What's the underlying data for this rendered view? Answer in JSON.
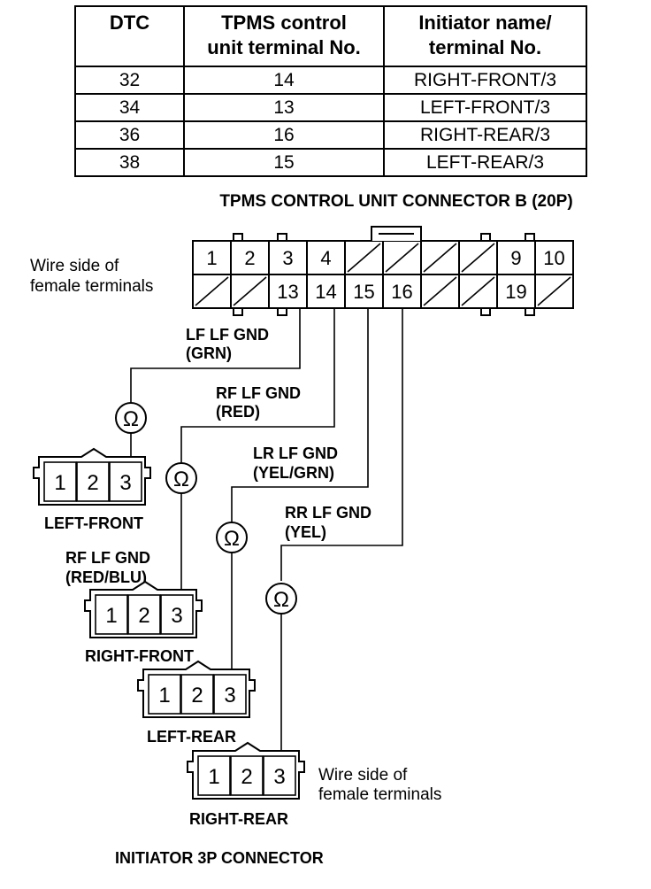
{
  "table": {
    "headers": [
      "DTC",
      "TPMS control unit terminal No.",
      "Initiator name/ terminal No."
    ],
    "header_lines": [
      [
        "DTC"
      ],
      [
        "TPMS control",
        "unit terminal No."
      ],
      [
        "Initiator name/",
        "terminal No."
      ]
    ],
    "rows": [
      [
        "32",
        "14",
        "RIGHT-FRONT/3"
      ],
      [
        "34",
        "13",
        "LEFT-FRONT/3"
      ],
      [
        "36",
        "16",
        "RIGHT-REAR/3"
      ],
      [
        "38",
        "15",
        "LEFT-REAR/3"
      ]
    ]
  },
  "connector_b": {
    "title": "TPMS CONTROL UNIT CONNECTOR B (20P)",
    "side_label": [
      "Wire side of",
      "female terminals"
    ],
    "top_row": [
      "1",
      "2",
      "3",
      "4",
      "",
      "",
      "",
      "",
      "9",
      "10"
    ],
    "bottom_row": [
      "",
      "",
      "13",
      "14",
      "15",
      "16",
      "",
      "",
      "19",
      ""
    ]
  },
  "wires": [
    {
      "name": "LF LF GND",
      "color": "(GRN)"
    },
    {
      "name": "RF LF GND",
      "color": "(RED)"
    },
    {
      "name": "LR LF GND",
      "color": "(YEL/GRN)"
    },
    {
      "name": "RR LF GND",
      "color": "(YEL)"
    }
  ],
  "initiators": [
    {
      "name": "LEFT-FRONT",
      "pins": [
        "1",
        "2",
        "3"
      ]
    },
    {
      "name": "RIGHT-FRONT",
      "pins": [
        "1",
        "2",
        "3"
      ],
      "gnd_label": [
        "RF LF GND",
        "(RED/BLU)"
      ]
    },
    {
      "name": "LEFT-REAR",
      "pins": [
        "1",
        "2",
        "3"
      ]
    },
    {
      "name": "RIGHT-REAR",
      "pins": [
        "1",
        "2",
        "3"
      ]
    }
  ],
  "initiator_side_label": [
    "Wire side of",
    "female terminals"
  ],
  "ohm_symbol": "Ω",
  "footer_title": "INITIATOR 3P CONNECTOR"
}
